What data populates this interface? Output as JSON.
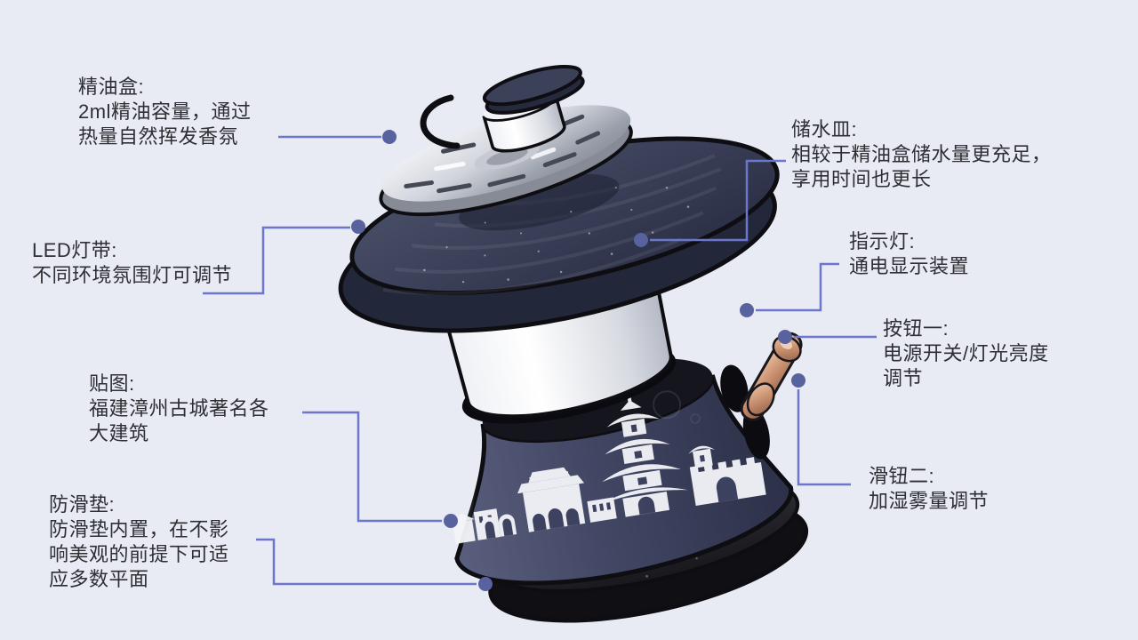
{
  "theme": {
    "bg": "#e8eaf4",
    "line": "#6c76cb",
    "dot": "#58629f",
    "text": "#2e2e33",
    "navy": "#3d4260",
    "copper": "#c98f6e"
  },
  "annotations": {
    "oil_box": {
      "title": "精油盒:",
      "lines": [
        "2ml精油容量，通过",
        "热量自然挥发香氛"
      ]
    },
    "led_strip": {
      "title": "LED灯带:",
      "lines": [
        "不同环境氛围灯可调节"
      ]
    },
    "decal": {
      "title": "贴图:",
      "lines": [
        "福建漳州古城著名各",
        "大建筑"
      ]
    },
    "antislip_pad": {
      "title": "防滑垫:",
      "lines": [
        "防滑垫内置，在不影",
        "响美观的前提下可适",
        "应多数平面"
      ]
    },
    "water_dish": {
      "title": "储水皿:",
      "lines": [
        "相较于精油盒储水量更充足，",
        "享用时间也更长"
      ]
    },
    "indicator_light": {
      "title": "指示灯:",
      "lines": [
        "通电显示装置"
      ]
    },
    "button_one": {
      "title": "按钮一:",
      "lines": [
        "电源开关/灯光亮度",
        "调节"
      ]
    },
    "slider_two": {
      "title": "滑钮二:",
      "lines": [
        "加湿雾量调节"
      ]
    }
  }
}
